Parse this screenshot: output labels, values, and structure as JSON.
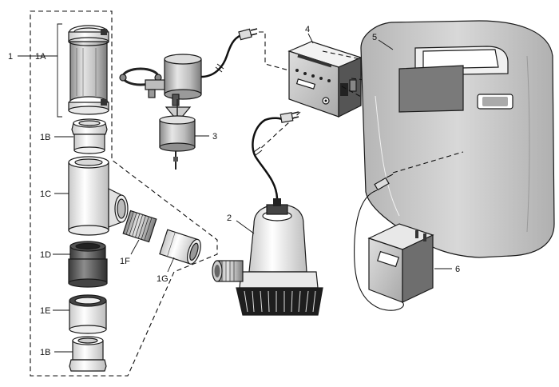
{
  "callouts": {
    "c1": "1",
    "c1A": "1A",
    "c1B_top": "1B",
    "c1C": "1C",
    "c1D": "1D",
    "c1E": "1E",
    "c1B_bottom": "1B",
    "c1F": "1F",
    "c1G": "1G",
    "c2": "2",
    "c3": "3",
    "c4": "4",
    "c5": "5",
    "c6": "6"
  }
}
